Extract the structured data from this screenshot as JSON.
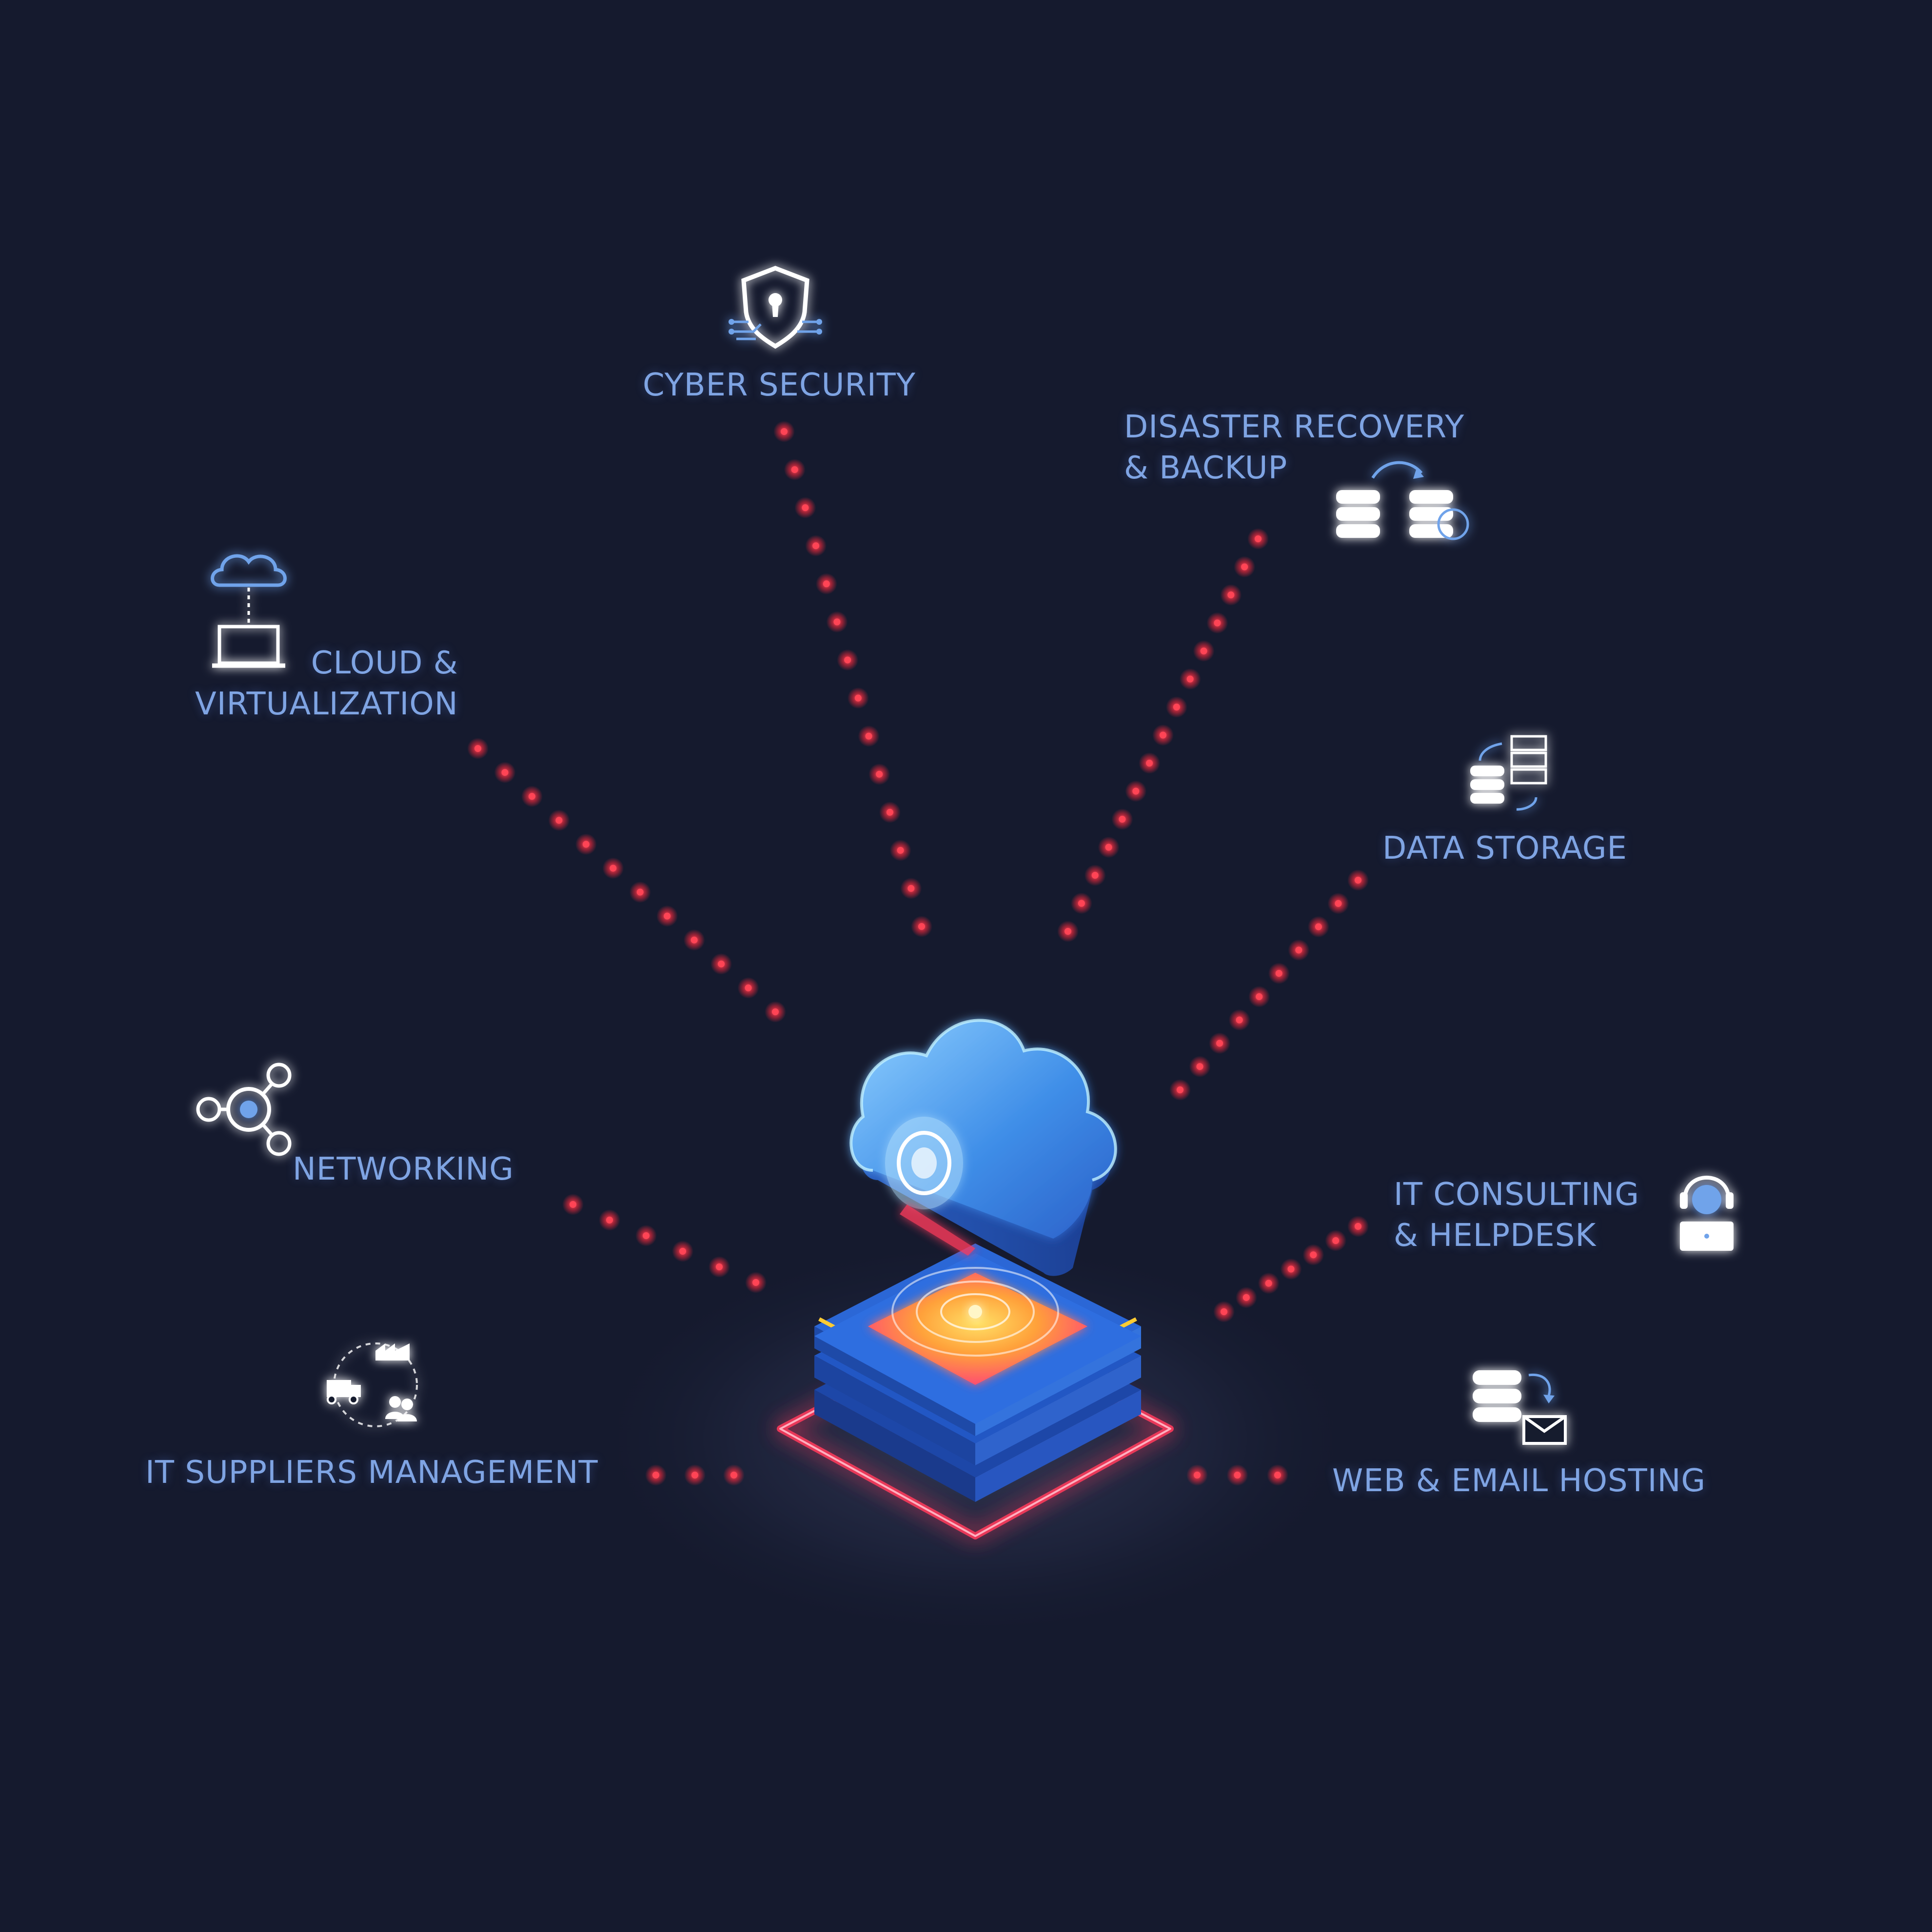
{
  "colors": {
    "background": "#151a2e",
    "label": "#7fa4e3",
    "dot": "#ff4455",
    "icon": "#ffffff",
    "icon_accent": "#6fa3ea",
    "cloud": "#3f8ee8",
    "chip_core": "#ffab3a"
  },
  "services": [
    {
      "id": "cyber-security",
      "lines": [
        "CYBER SECURITY"
      ],
      "icon": "shield-lock-icon"
    },
    {
      "id": "disaster-recovery",
      "lines": [
        "DISASTER RECOVERY",
        "& BACKUP"
      ],
      "icon": "database-sync-icon"
    },
    {
      "id": "cloud-virtualization",
      "lines": [
        "CLOUD &",
        "VIRTUALIZATION"
      ],
      "icon": "cloud-laptop-icon"
    },
    {
      "id": "data-storage",
      "lines": [
        "DATA STORAGE"
      ],
      "icon": "server-storage-icon"
    },
    {
      "id": "networking",
      "lines": [
        "NETWORKING"
      ],
      "icon": "network-nodes-icon"
    },
    {
      "id": "it-consulting",
      "lines": [
        "IT CONSULTING",
        "& HELPDESK"
      ],
      "icon": "headset-support-icon"
    },
    {
      "id": "it-suppliers",
      "lines": [
        "IT SUPPLIERS MANAGEMENT"
      ],
      "icon": "supply-chain-icon"
    },
    {
      "id": "web-email-hosting",
      "lines": [
        "WEB & EMAIL HOSTING"
      ],
      "icon": "database-email-icon"
    }
  ]
}
